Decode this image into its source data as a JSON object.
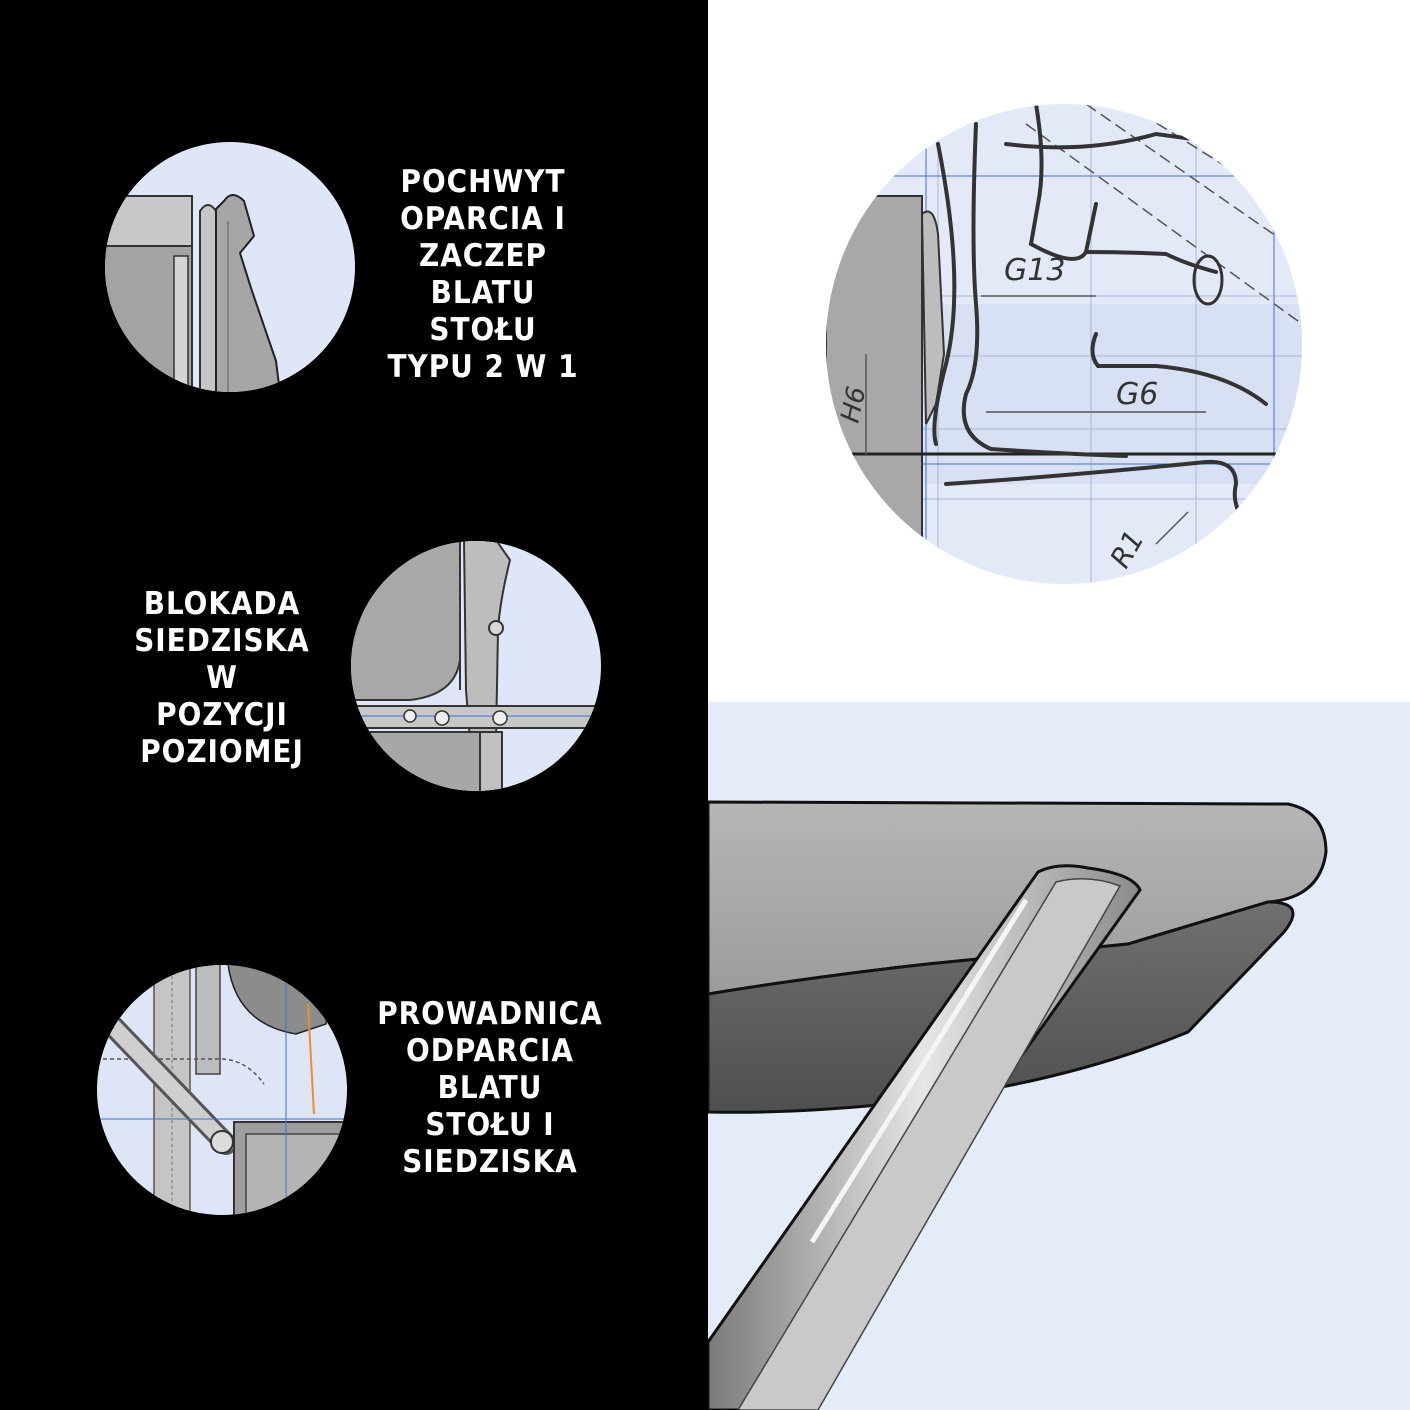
{
  "captions": {
    "backrest": [
      "POCHWYT",
      "OPARCIA I",
      "ZACZEP",
      "BLATU",
      "STOŁU",
      "TYPU 2 W 1"
    ],
    "seat_lock": [
      "BLOKADA",
      "SIEDZISKA",
      "W",
      "POZYCJI",
      "POZIOMEJ"
    ],
    "guide": [
      "PROWADNICA",
      "ODPARCIA",
      "BLATU",
      "STOŁU I",
      "SIEDZISKA"
    ]
  },
  "sketch_labels": {
    "g13": "G13",
    "g6": "G6",
    "h6": "H6",
    "r1": "R1"
  },
  "colors": {
    "panel_dark": "#000000",
    "panel_light": "#ffffff",
    "cad_background": "#e4ecf9",
    "part_gray": "#a9a9a9",
    "part_dark": "#595959",
    "guide_blue": "#3d6fe0"
  }
}
